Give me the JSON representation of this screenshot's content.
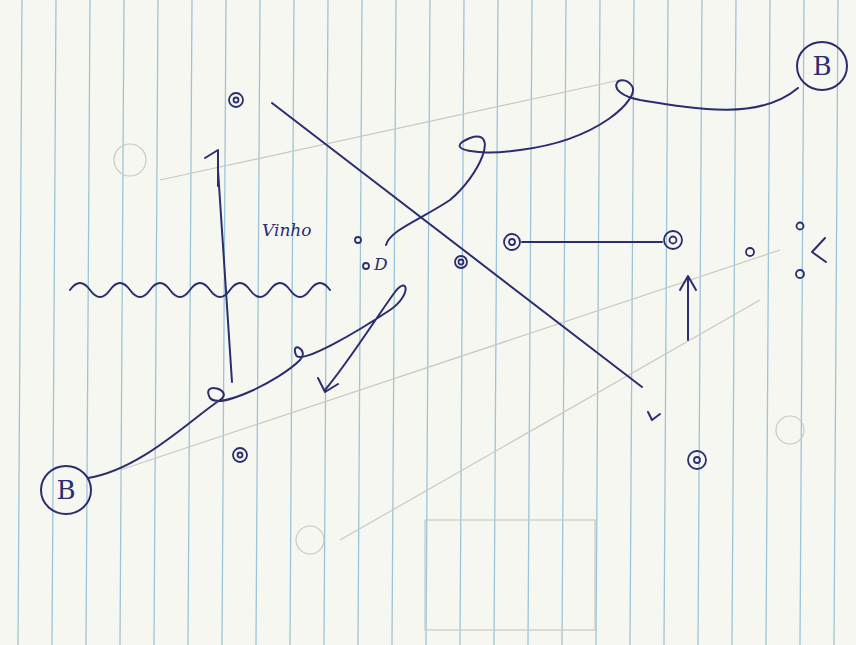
{
  "diagram": {
    "nodes": [
      {
        "text": [
          "B"
        ]
      },
      {
        "text": [
          "B"
        ]
      }
    ],
    "labels": [
      "Vinho",
      "D"
    ]
  }
}
